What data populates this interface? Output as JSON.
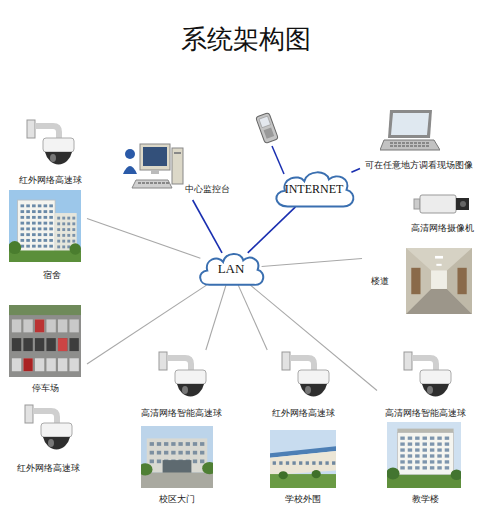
{
  "diagram": {
    "title": "系统架构图",
    "nodes": [
      {
        "text": [
          "红外网络高速球",
          "宿舍"
        ]
      },
      {
        "text": [
          "中心监控台"
        ]
      },
      {
        "text": [
          "INTERNET"
        ]
      },
      {
        "text": [
          "可在任意地方调看现场图像"
        ]
      },
      {
        "text": [
          "高清网络摄像机",
          "楼道"
        ]
      },
      {
        "text": [
          "LAN"
        ]
      },
      {
        "text": [
          "停车场",
          "红外网络高速球"
        ]
      },
      {
        "text": [
          "高清网络智能高速球",
          "校区大门"
        ]
      },
      {
        "text": [
          "红外网络高速球",
          "学校外围"
        ]
      },
      {
        "text": [
          "高清网络智能高速球",
          "教学楼"
        ]
      }
    ],
    "edges": [
      {
        "from": 5,
        "to": 1,
        "arrow": "none"
      },
      {
        "from": 5,
        "to": 2,
        "arrow": "none"
      },
      {
        "from": 2,
        "to": 3,
        "arrow": "none"
      },
      {
        "from": 5,
        "to": 0,
        "arrow": "none"
      },
      {
        "from": 5,
        "to": 4,
        "arrow": "none"
      },
      {
        "from": 5,
        "to": 6,
        "arrow": "none"
      },
      {
        "from": 5,
        "to": 7,
        "arrow": "none"
      },
      {
        "from": 5,
        "to": 8,
        "arrow": "none"
      },
      {
        "from": 5,
        "to": 9,
        "arrow": "none"
      }
    ]
  }
}
